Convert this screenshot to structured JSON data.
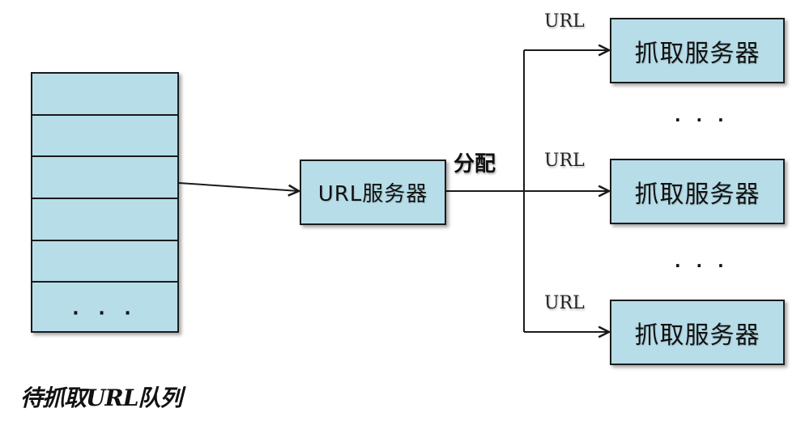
{
  "diagram": {
    "queue": {
      "caption": "待抓取URL队列",
      "cell_count": 6,
      "last_cell_text": "· · ·"
    },
    "url_server": {
      "label": "URL服务器"
    },
    "dispatch_label": "分配",
    "edge_label": "URL",
    "crawl_servers": [
      {
        "label": "抓取服务器",
        "edge_label": "URL"
      },
      {
        "label": "抓取服务器",
        "edge_label": "URL"
      },
      {
        "label": "抓取服务器",
        "edge_label": "URL"
      }
    ],
    "ellipsis": "· · ·",
    "colors": {
      "box_fill": "#b7dde8",
      "stroke": "#1b1b1b",
      "background": "#ffffff"
    }
  }
}
